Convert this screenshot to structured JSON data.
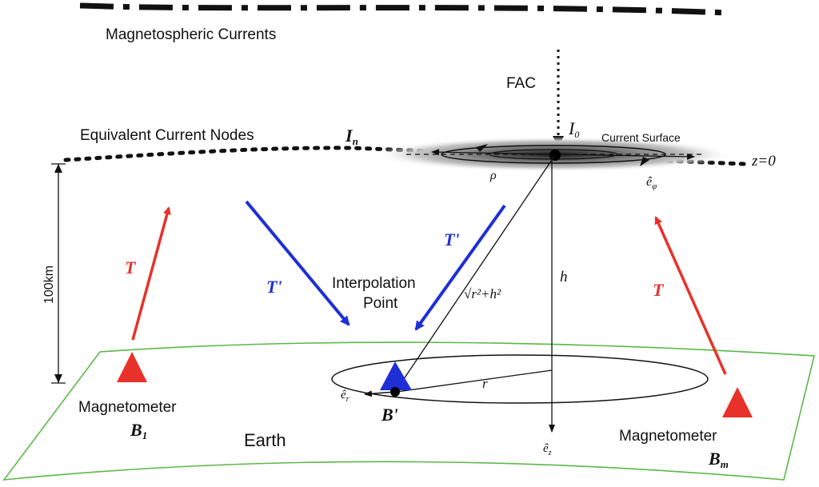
{
  "labels": {
    "magnetospheric_currents": "Magnetospheric Currents",
    "fac": "FAC",
    "equivalent_current_nodes": "Equivalent Current Nodes",
    "i_n": "I",
    "i_n_sub": "n",
    "i_0": "I",
    "i_0_sub": "0",
    "current_surface": "Current Surface",
    "z_eq_0": "z=0",
    "rho": "ρ",
    "e_phi": "ê",
    "e_phi_sub": "φ",
    "scale": "100km",
    "t_left": "T",
    "t_prime_left": "T'",
    "t_prime_right": "T'",
    "t_right": "T",
    "interpolation_point_line1": "Interpolation",
    "interpolation_point_line2": "Point",
    "sqrt_expr": "√r²+h²",
    "h": "h",
    "r": "r",
    "e_r": "ê",
    "e_r_sub": "r",
    "e_z": "ê",
    "e_z_sub": "z",
    "b_prime": "B'",
    "magnetometer_left": "Magnetometer",
    "b1": "B",
    "b1_sub": "1",
    "magnetometer_right": "Magnetometer",
    "bm": "B",
    "bm_sub": "m",
    "earth": "Earth"
  },
  "colors": {
    "red": "#e8312a",
    "blue": "#1f2fd6",
    "earth_green": "#5cb84a",
    "ink": "#111111"
  }
}
